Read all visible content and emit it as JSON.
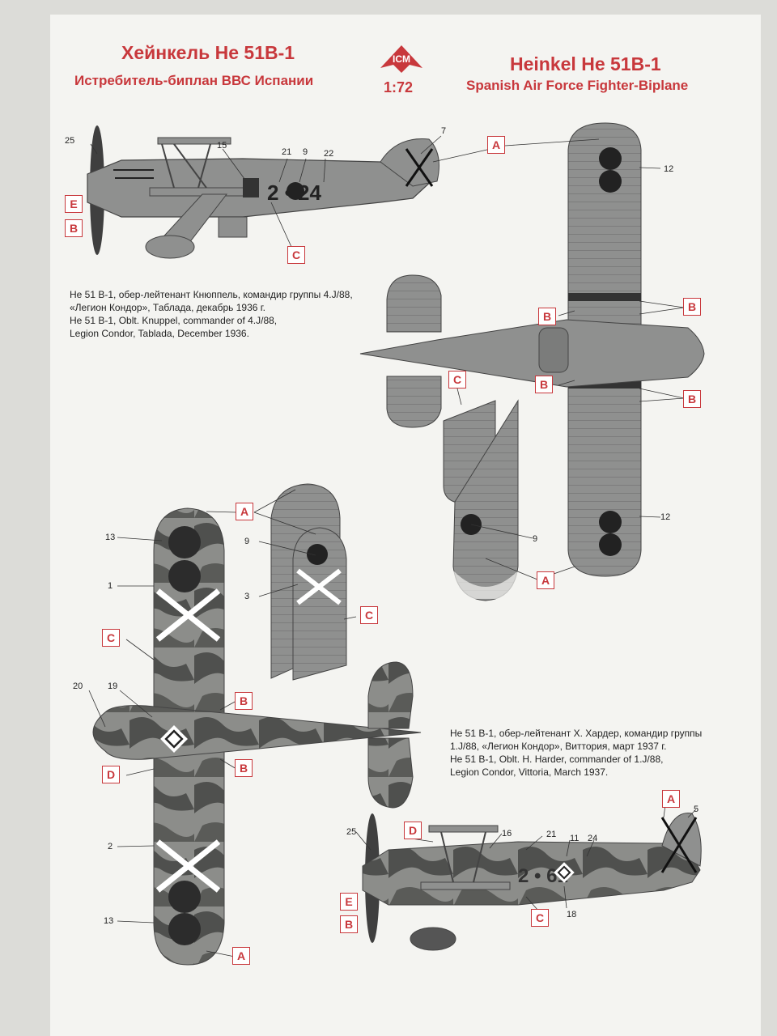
{
  "header": {
    "title_ru": "Хейнкель He 51B-1",
    "subtitle_ru": "Истребитель-биплан ВВС Испании",
    "title_en": "Heinkel He 51B-1",
    "subtitle_en": "Spanish Air Force Fighter-Biplane",
    "brand": "ICM",
    "scale": "1:72"
  },
  "captions": {
    "first": [
      "He 51 B-1, обер-лейтенант Кнюппель, командир группы 4.J/88,",
      "«Легион Кондор», Таблада, декабрь 1936 г.",
      "He 51 B-1, Oblt. Knuppel, commander of 4.J/88,",
      "Legion Condor, Tablada, December 1936."
    ],
    "second": [
      "He 51 B-1, обер-лейтенант Х. Хардер, командир группы",
      "1.J/88, «Легион Кондор», Виттория, март 1937 г.",
      "He 51 B-1, Oblt. H. Harder, commander of  1.J/88,",
      "Legion Condor, Vittoria, March 1937."
    ]
  },
  "aircraft1": {
    "fuselage_code": "2 • 24"
  },
  "aircraft2": {
    "fuselage_code": "2 • 61"
  },
  "color_labels": [
    "A",
    "B",
    "C",
    "D",
    "E"
  ],
  "callouts": [
    "1",
    "2",
    "3",
    "5",
    "7",
    "9",
    "11",
    "12",
    "13",
    "15",
    "16",
    "18",
    "19",
    "20",
    "21",
    "22",
    "24",
    "25"
  ],
  "colors": {
    "accent": "#c8383c",
    "aircraft_grey": "#8f908f",
    "camo_dark": "#4f4f4e"
  }
}
